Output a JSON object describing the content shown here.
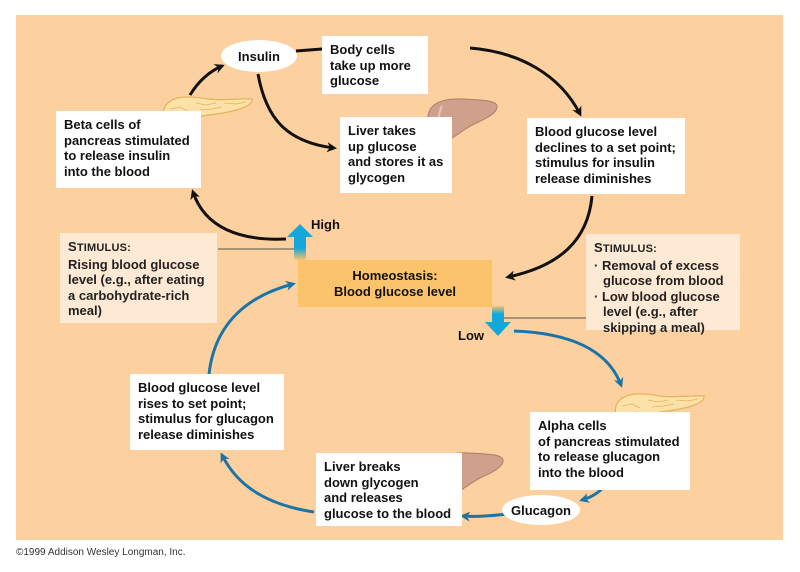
{
  "diagram": {
    "title_center": {
      "line1": "Homeostasis:",
      "line2": "Blood glucose level"
    },
    "levels": {
      "high": "High",
      "low": "Low"
    },
    "hormones": {
      "insulin": "Insulin",
      "glucagon": "Glucagon"
    },
    "boxes": {
      "beta_cells": "Beta cells of\npancreas stimulated\nto release insulin\ninto the blood",
      "body_cells": "Body cells\ntake up more\nglucose",
      "liver_takes": "Liver takes\nup glucose\nand stores it as\nglycogen",
      "declines": "Blood glucose level\ndeclines to a set point;\nstimulus for insulin\nrelease diminishes",
      "alpha_cells": "Alpha cells\nof pancreas stimulated\nto release glucagon\ninto the blood",
      "liver_breaks": "Liver breaks\ndown glycogen\nand releases\nglucose to the blood",
      "rises": "Blood glucose level\nrises to set point;\nstimulus for glucagon\nrelease diminishes"
    },
    "stimulus_high": {
      "heading_cap": "S",
      "heading_rest": "TIMULUS:",
      "text": "Rising blood glucose level (e.g., after eating a carbohydrate-rich meal)"
    },
    "stimulus_low": {
      "heading_cap": "S",
      "heading_rest": "TIMULUS:",
      "items": [
        "Removal of excess glucose from blood",
        "Low blood glucose level (e.g., after skipping a meal)"
      ]
    },
    "colors": {
      "background": "#FDD09F",
      "homeostasis_box": "#FBC36C",
      "stimulus_box": "#FEE9D4",
      "insulin_arrows": "#111111",
      "glucagon_arrows": "#1A74A8",
      "level_arrows": "#13A8DC"
    }
  },
  "footer": {
    "copyright": "©1999 Addison Wesley Longman, Inc."
  }
}
